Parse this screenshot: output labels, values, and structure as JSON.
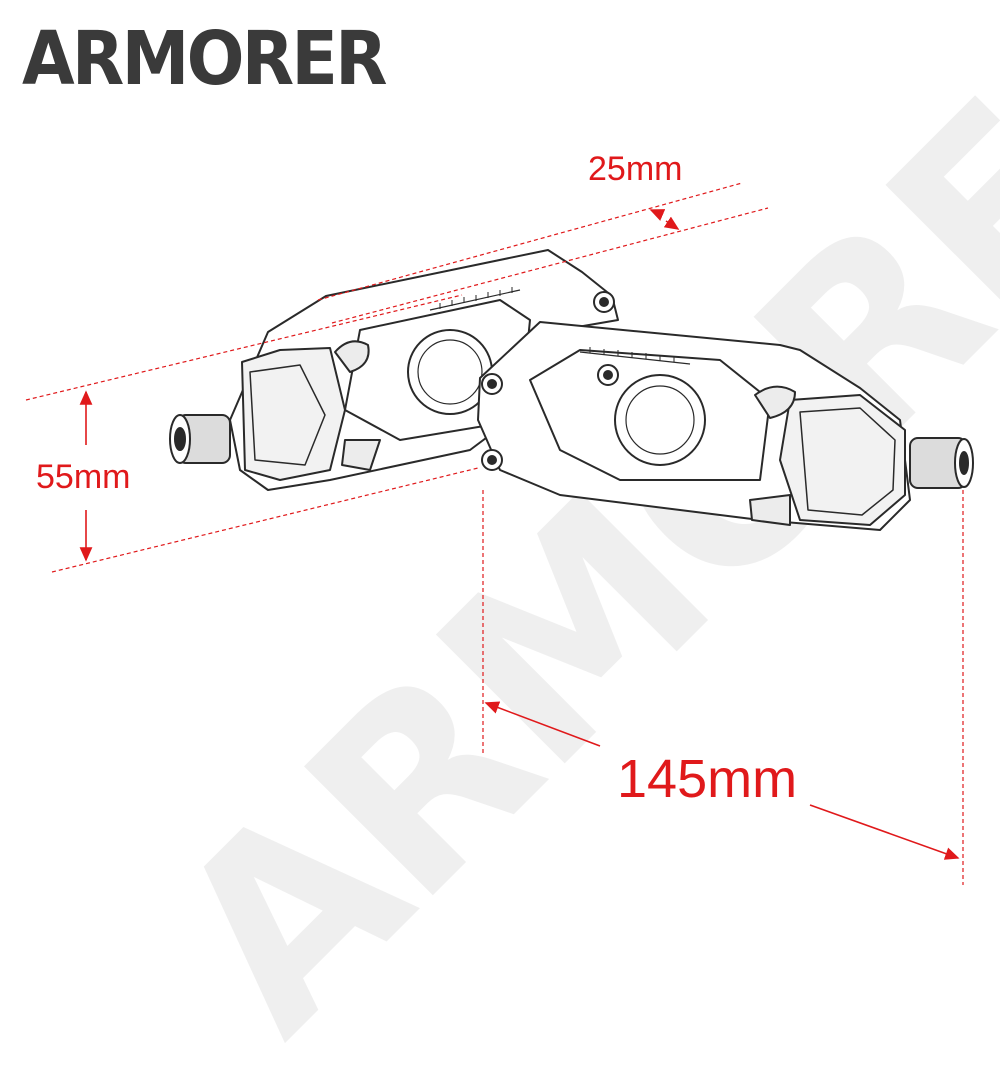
{
  "brand": {
    "name": "ARMORER"
  },
  "watermark": {
    "text": "ARMORER"
  },
  "dimensions": {
    "width": "25mm",
    "height": "55mm",
    "length": "145mm"
  },
  "colors": {
    "dimension": "#e0191b",
    "outline": "#2a2a2a",
    "brand": "#3a3a3a"
  }
}
